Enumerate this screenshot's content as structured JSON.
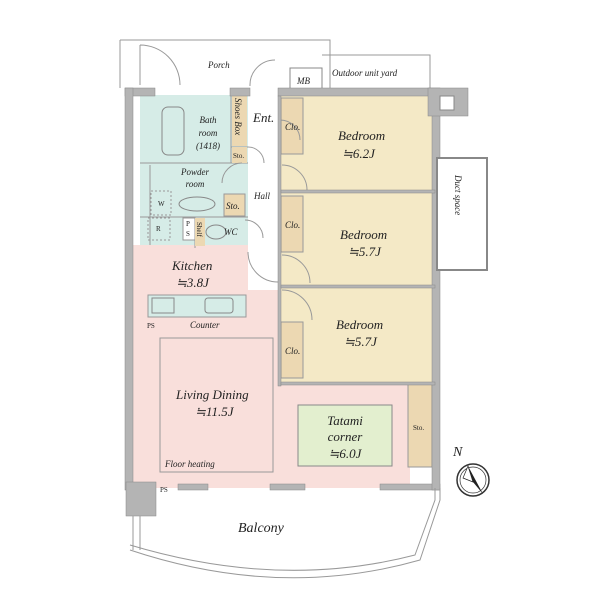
{
  "rooms": {
    "porch": "Porch",
    "mb": "MB",
    "outdoor_unit_yard": "Outdoor unit yard",
    "bathroom": [
      "Bath",
      "room",
      "(1418)"
    ],
    "shoes_box": "Shoes Box",
    "sto": "Sto.",
    "entrance": "Ent.",
    "powder_room": [
      "Powder",
      "room"
    ],
    "w": "W",
    "hall": "Hall",
    "ps": [
      "P",
      "S"
    ],
    "shelf": "Shelf",
    "wc": "WC",
    "r": "R",
    "kitchen": {
      "name": "Kitchen",
      "size": "≒3.8J"
    },
    "counter": "Counter",
    "ps_short": "PS",
    "living_dining": {
      "name": "Living Dining",
      "size": "≒11.5J"
    },
    "floor_heating": "Floor heating",
    "tatami": {
      "name": [
        "Tatami",
        "corner"
      ],
      "size": "≒6.0J"
    },
    "closet": "Clo.",
    "bedroom1": {
      "name": "Bedroom",
      "size": "≒6.2J"
    },
    "bedroom2": {
      "name": "Bedroom",
      "size": "≒5.7J"
    },
    "bedroom3": {
      "name": "Bedroom",
      "size": "≒5.7J"
    },
    "duct_space": "Duct space",
    "balcony": "Balcony"
  },
  "compass": {
    "north": "N"
  },
  "colors": {
    "bedroom": "#f4e9c6",
    "ldk": "#f9dfdb",
    "wet": "#d6ece7",
    "tatami": "#e3efcf",
    "closet": "#ecd8b2",
    "wall": "#b4b4b4"
  }
}
